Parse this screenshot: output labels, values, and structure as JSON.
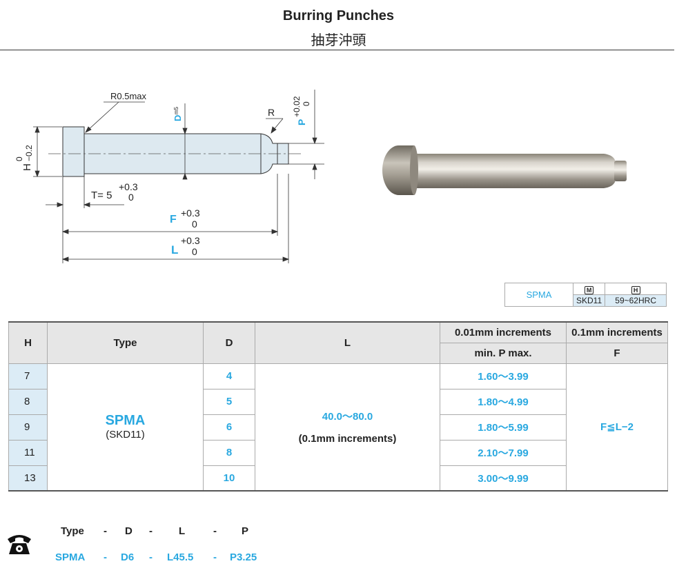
{
  "header": {
    "title": "Burring Punches",
    "subtitle": "抽芽沖頭"
  },
  "drawing": {
    "radius_label": "R0.5max",
    "d_label": "D",
    "d_tol": "m5",
    "r_label": "R",
    "p_label": "P",
    "p_tol_upper": "+0.02",
    "p_tol_lower": "0",
    "h_label": "H",
    "h_tol_upper": "0",
    "h_tol_lower": "−0.2",
    "t_label": "T= 5",
    "t_tol_upper": "+0.3",
    "t_tol_lower": "0",
    "f_label": "F",
    "f_tol_upper": "+0.3",
    "f_tol_lower": "0",
    "l_label": "L",
    "l_tol_upper": "+0.3",
    "l_tol_lower": "0"
  },
  "material": {
    "type": "SPMA",
    "m_icon": "M",
    "h_icon": "H",
    "m_value": "SKD11",
    "h_value": "59~62HRC"
  },
  "spec_table": {
    "headers": {
      "h": "H",
      "type": "Type",
      "d": "D",
      "l": "L",
      "p_increment": "0.01mm increments",
      "p_sub": "min. P max.",
      "f_increment": "0.1mm increments",
      "f_sub": "F"
    },
    "type_name": "SPMA",
    "type_material": "(SKD11)",
    "l_range": "40.0〜80.0",
    "l_note": "(0.1mm increments)",
    "f_formula": "F≦L−2",
    "rows": [
      {
        "h": "7",
        "d": "4",
        "p": "1.60〜3.99"
      },
      {
        "h": "8",
        "d": "5",
        "p": "1.80〜4.99"
      },
      {
        "h": "9",
        "d": "6",
        "p": "1.80〜5.99"
      },
      {
        "h": "11",
        "d": "8",
        "p": "2.10〜7.99"
      },
      {
        "h": "13",
        "d": "10",
        "p": "3.00〜9.99"
      }
    ]
  },
  "order": {
    "labels": [
      "Type",
      "-",
      "D",
      "-",
      "L",
      "-",
      "P"
    ],
    "values": [
      "SPMA",
      "-",
      "D6",
      "-",
      "L45.5",
      "-",
      "P3.25"
    ]
  },
  "colors": {
    "accent": "#29a8e0",
    "header_bg": "#e6e6e6",
    "h_col_bg": "#dcecf6"
  },
  "icons": {
    "order_icon": "telephone-icon"
  }
}
